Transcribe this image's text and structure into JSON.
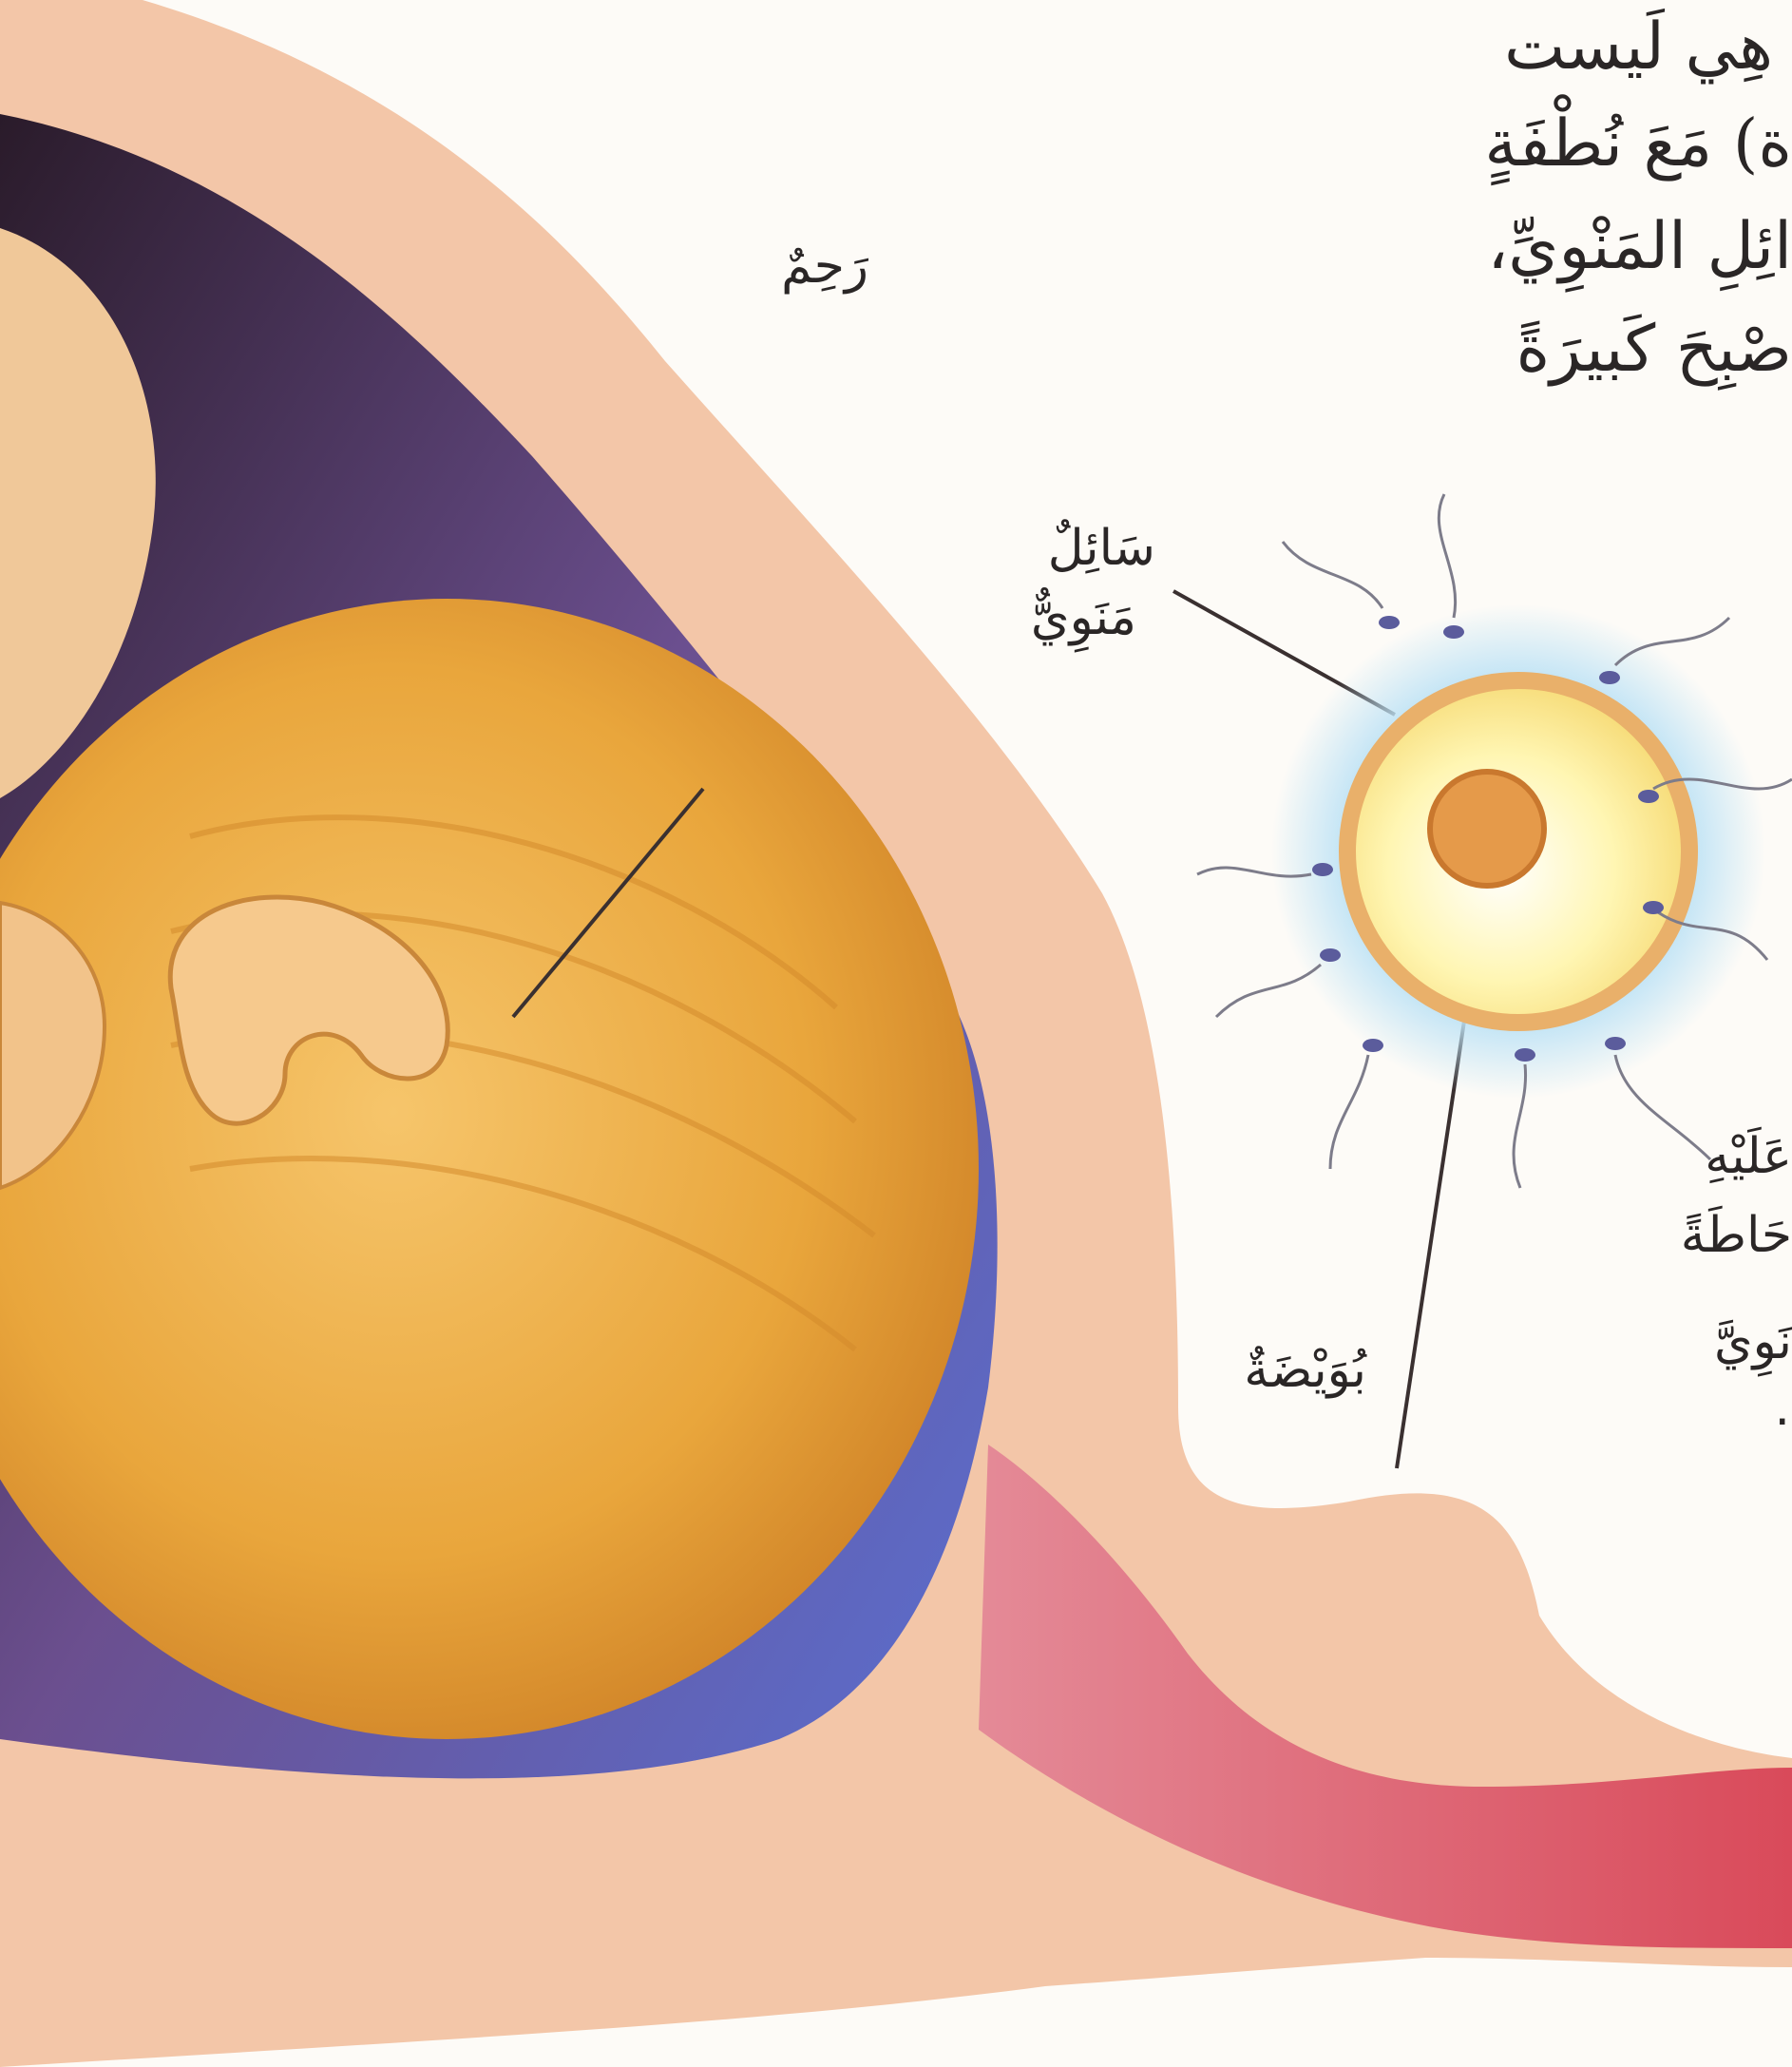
{
  "paragraph_lines": [
    "هِي لَيست",
    "ة) مَعَ نُطْفَةٍ",
    "ائِلِ المَنْوِيِّ،",
    "صْبِحَ كَبيرَةً"
  ],
  "labels": {
    "uterus": "رَحِمٌ",
    "seminal_fluid_1": "سَائِلٌ",
    "seminal_fluid_2": "مَنَوِيٌّ",
    "ovum": "بُوَيْضَةٌ"
  },
  "fragment_lines": [
    "عَلَيْهِ",
    "حَاطَةً",
    "نَوِيَّ",
    "."
  ],
  "colors": {
    "background": "#fdfbf7",
    "uterus_wall": "#f3c6a8",
    "cavity": "#6b4f8f",
    "head": "#e9a63c",
    "egg_ring": "#e9b06a",
    "egg_core": "#fff3a8",
    "sperm": "#5b5c9c",
    "text": "#2a2626"
  }
}
